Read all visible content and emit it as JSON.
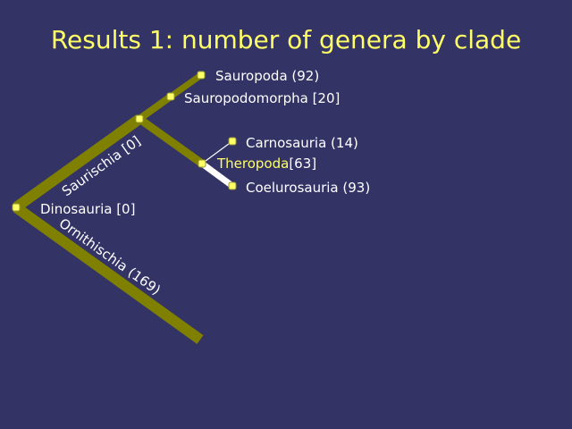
{
  "title": "Results 1: number of genera by clade",
  "colors": {
    "background": "#333366",
    "title": "#ffff66",
    "branch": "#808000",
    "node": "#ffff66",
    "label": "#ffffff"
  },
  "tree": {
    "root": "Dinosauria [0]",
    "branches": {
      "saurischia": "Saurischia [0]",
      "ornithischia": "Ornithischia (169)"
    },
    "nodes": {
      "sauropodomorpha": "Sauropodomorpha [20]",
      "sauropoda": "Sauropoda (92)",
      "theropoda": "Theropoda",
      "theropoda_count": "[63]",
      "carnosauria": "Carnosauria (14)",
      "coelurosauria": "Coelurosauria (93)"
    }
  }
}
